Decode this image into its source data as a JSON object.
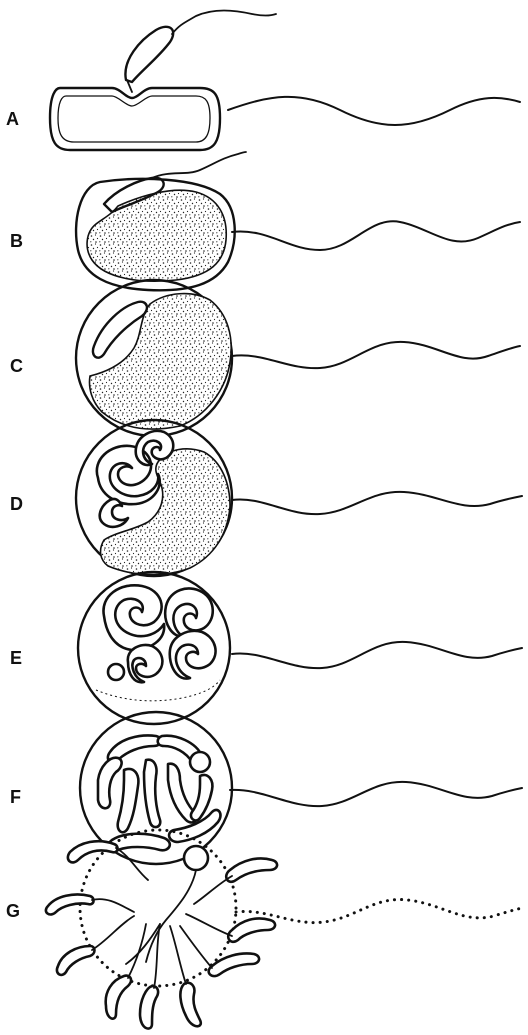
{
  "figure": {
    "stages": [
      {
        "id": "A",
        "label": "A"
      },
      {
        "id": "B",
        "label": "B"
      },
      {
        "id": "C",
        "label": "C"
      },
      {
        "id": "D",
        "label": "D"
      },
      {
        "id": "E",
        "label": "E"
      },
      {
        "id": "F",
        "label": "F"
      },
      {
        "id": "G",
        "label": "G"
      }
    ]
  }
}
